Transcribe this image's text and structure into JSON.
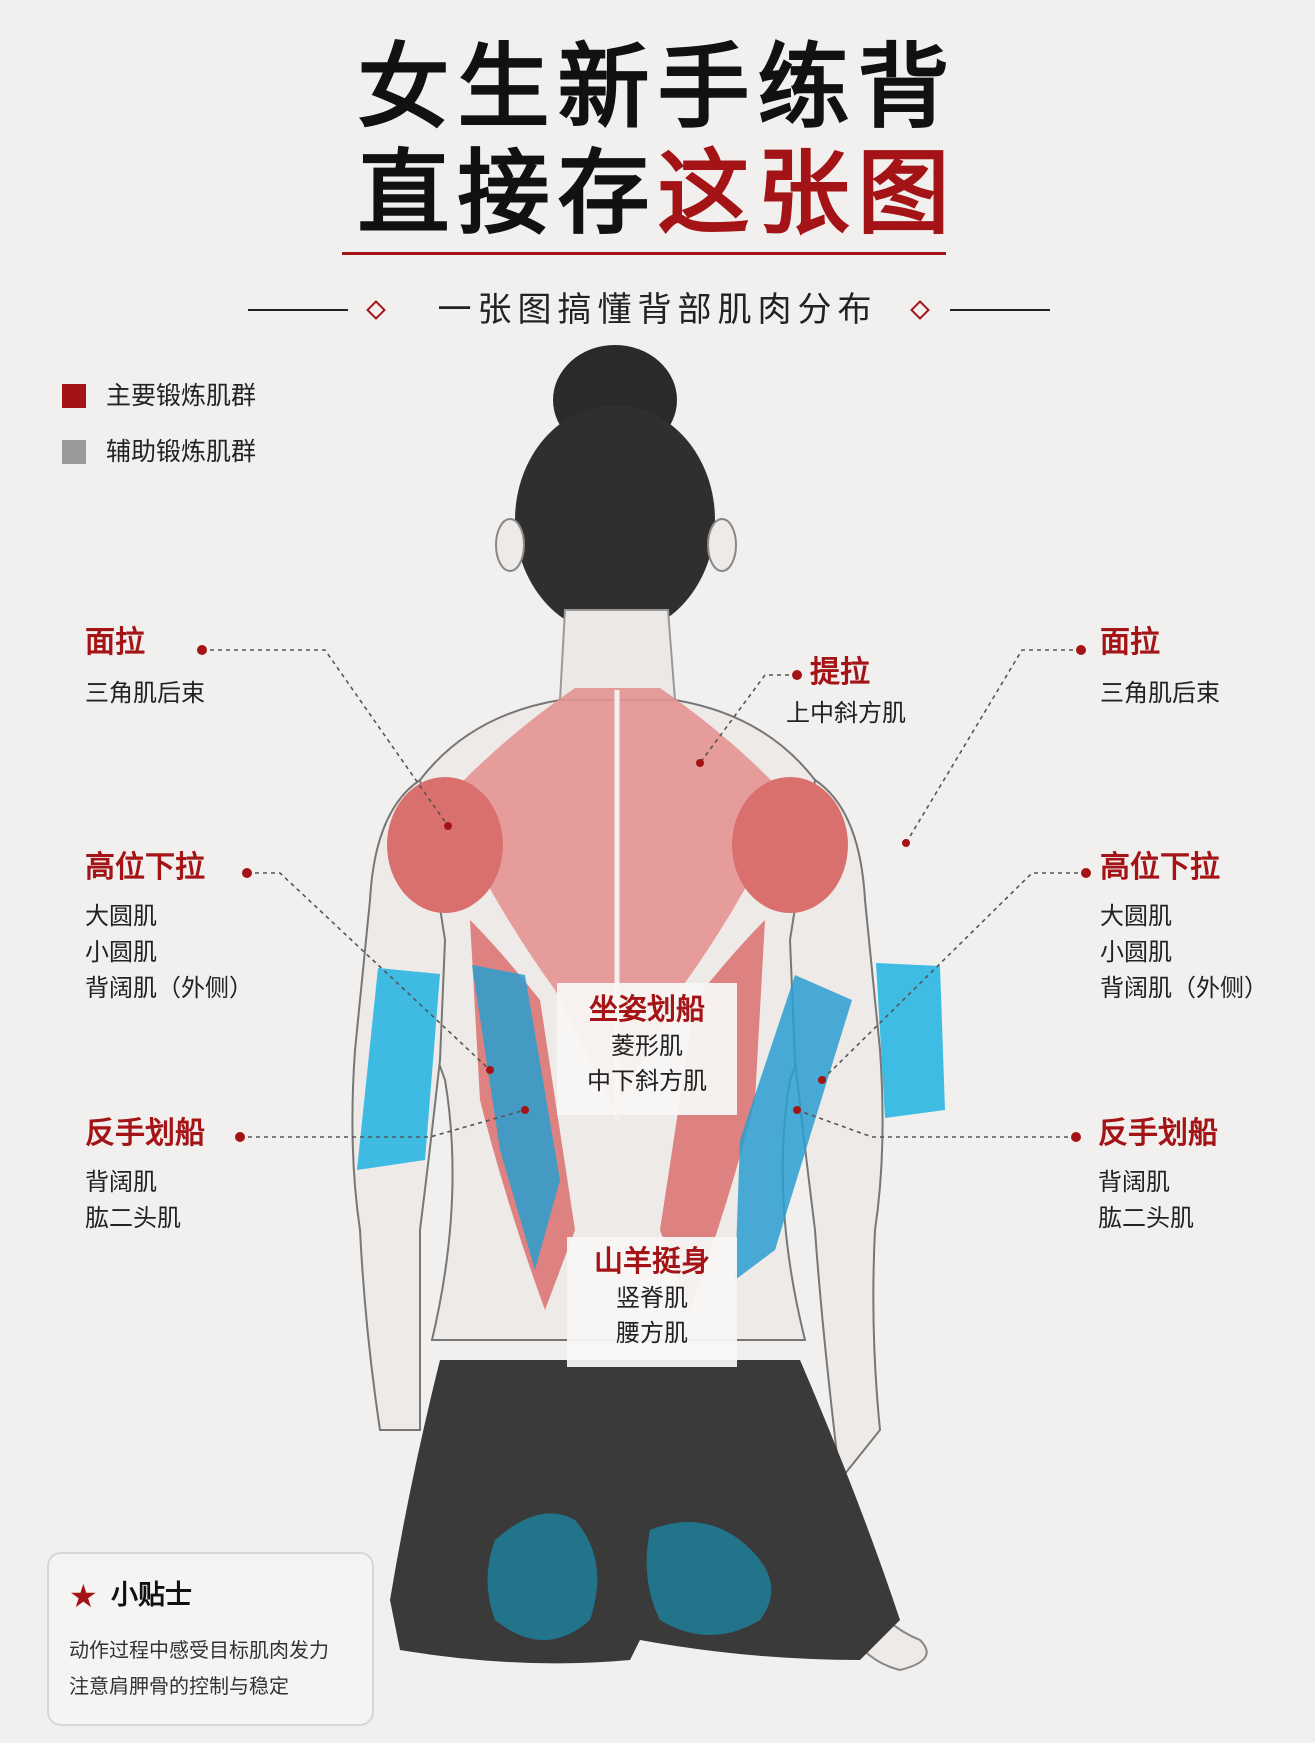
{
  "title": {
    "line1": "女生新手练背",
    "line2_black": "直接存",
    "line2_red": "这张图"
  },
  "subtitle": "一张图搞懂背部肌肉分布",
  "legend": [
    {
      "label": "主要锻炼肌群",
      "color": "#a41417"
    },
    {
      "label": "辅助锻炼肌群",
      "color": "#9a9a9a"
    }
  ],
  "exercises": {
    "face_pull_left": {
      "title": "面拉",
      "muscles": [
        "三角肌后束"
      ]
    },
    "face_pull_right": {
      "title": "面拉",
      "muscles": [
        "三角肌后束"
      ]
    },
    "shrug": {
      "title": "提拉",
      "muscles": [
        "上中斜方肌"
      ]
    },
    "lat_pulldown_left": {
      "title": "高位下拉",
      "muscles": [
        "大圆肌",
        "小圆肌",
        "背阔肌（外侧）"
      ]
    },
    "lat_pulldown_right": {
      "title": "高位下拉",
      "muscles": [
        "大圆肌",
        "小圆肌",
        "背阔肌（外侧）"
      ]
    },
    "seated_row": {
      "title": "坐姿划船",
      "muscles": [
        "菱形肌",
        "中下斜方肌"
      ]
    },
    "reverse_row_left": {
      "title": "反手划船",
      "muscles": [
        "背阔肌",
        "肱二头肌"
      ]
    },
    "reverse_row_right": {
      "title": "反手划船",
      "muscles": [
        "背阔肌",
        "肱二头肌"
      ]
    },
    "goat_bag": {
      "title": "山羊挺身",
      "muscles": [
        "竖脊肌",
        "腰方肌"
      ]
    }
  },
  "tip": {
    "title": "小贴士",
    "lines": [
      "动作过程中感受目标肌肉发力",
      "注意肩胛骨的控制与稳定"
    ]
  },
  "colors": {
    "accent": "#a41417",
    "muscle_primary": "#e08b88",
    "muscle_highlight": "#29b6e0",
    "background": "#f2f0ef"
  }
}
